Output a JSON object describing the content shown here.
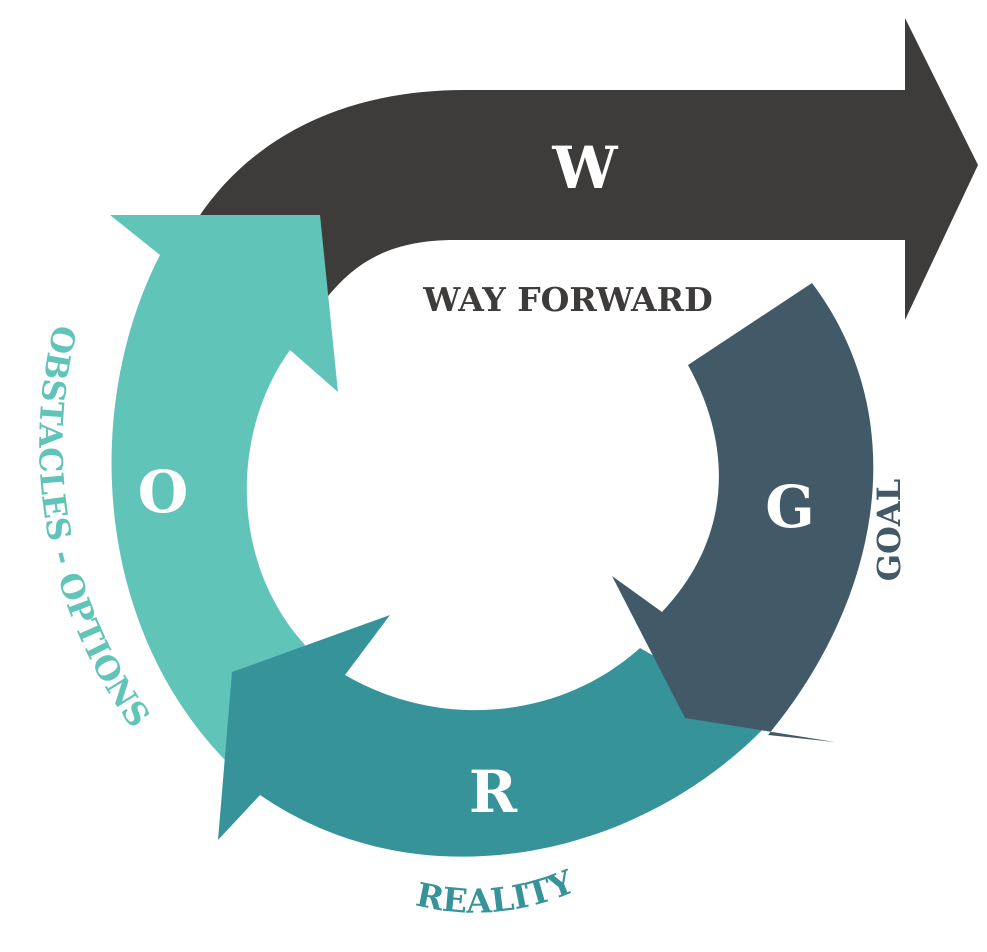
{
  "colors": {
    "way_forward": "#3e3b3b",
    "goal": "#425a68",
    "reality": "#37939a",
    "obstacles": "#61c4b8",
    "text_light": "#ffffff"
  },
  "stages": {
    "w": {
      "letter": "W",
      "label": "WAY FORWARD"
    },
    "g": {
      "letter": "G",
      "label": "GOAL"
    },
    "r": {
      "letter": "R",
      "label": "REALITY"
    },
    "o": {
      "letter": "O",
      "label": "OBSTACLES - OPTIONS"
    }
  }
}
